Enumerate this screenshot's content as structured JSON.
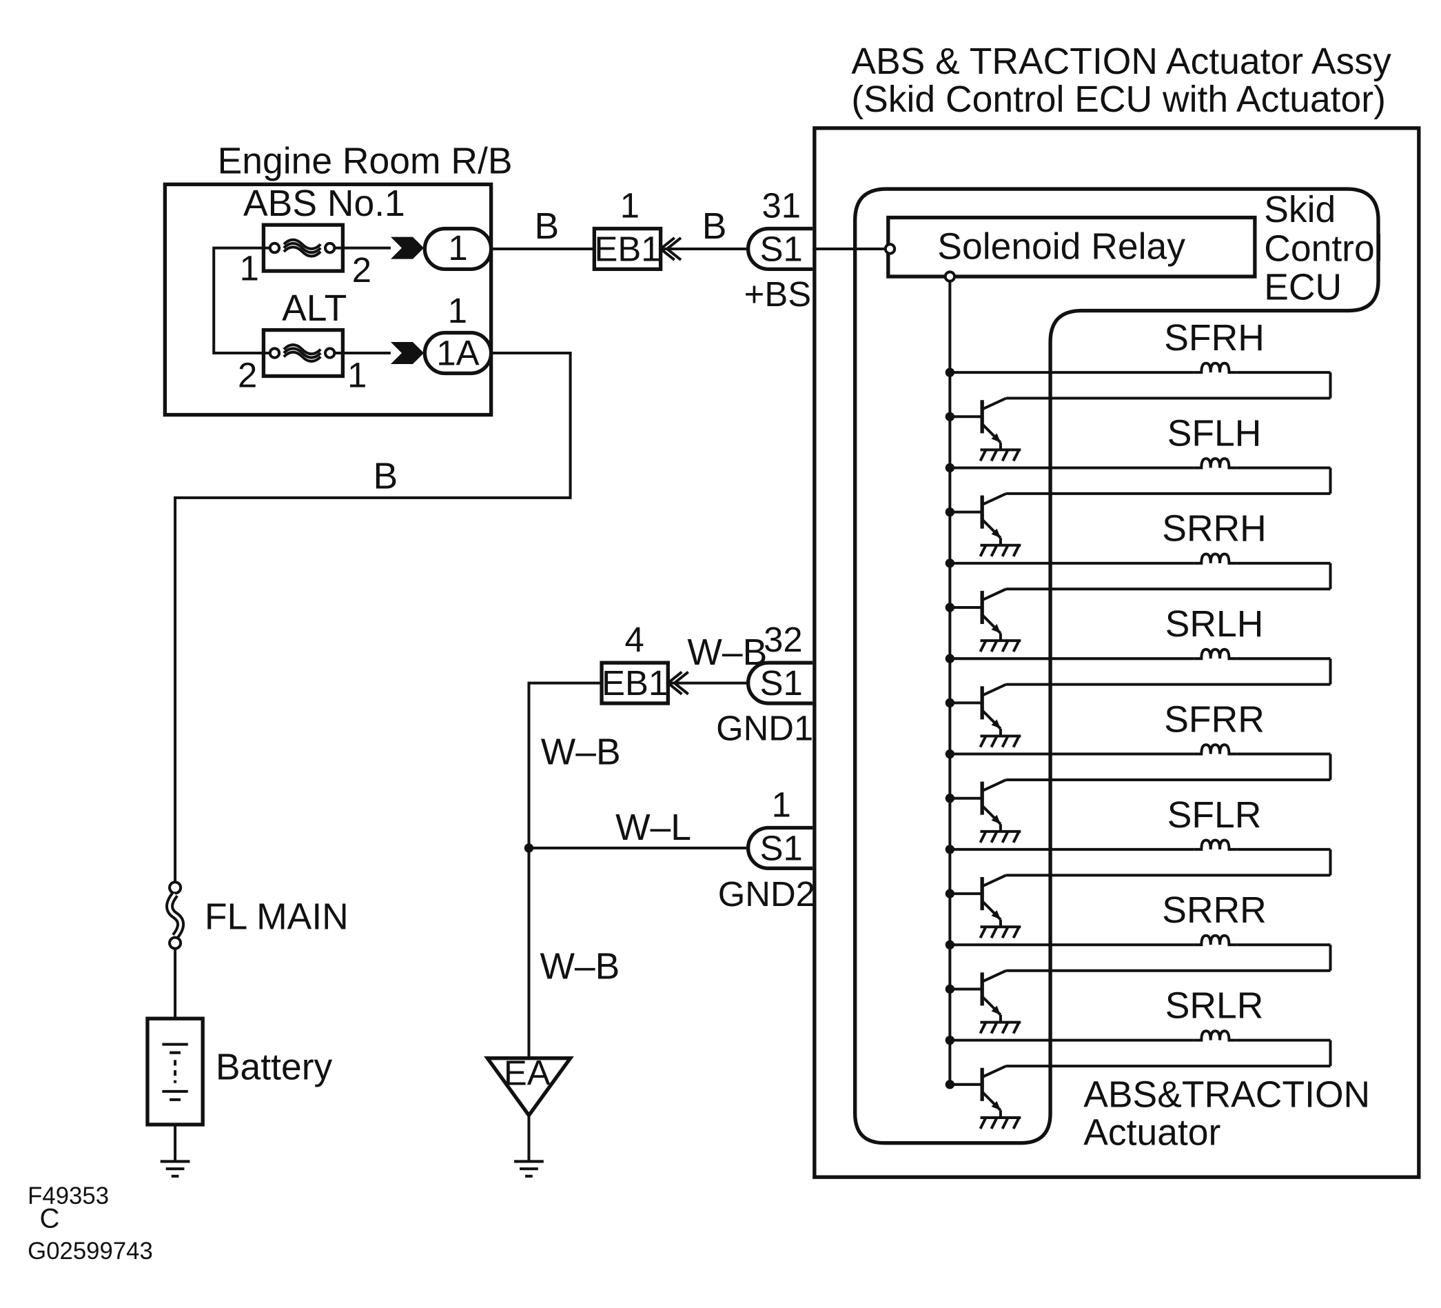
{
  "title": {
    "line1": "ABS & TRACTION Actuator Assy",
    "line2": "(Skid Control ECU with Actuator)"
  },
  "engine_room": {
    "title": "Engine Room R/B",
    "fuses": [
      {
        "name": "ABS No.1",
        "left_pin": "1",
        "right_pin": "2",
        "connector": "1",
        "connector_pin": "1"
      },
      {
        "name": "ALT",
        "left_pin": "2",
        "right_pin": "1",
        "connector": "1A",
        "connector_pin": "1"
      }
    ]
  },
  "wires": {
    "w_b_top1": "B",
    "w_b_top2": "B",
    "w_b_feed": "B",
    "w_wb_gnd1": "W–B",
    "w_wb_vert": "W–B",
    "w_wl_gnd2": "W–L",
    "w_wb_lower": "W–B"
  },
  "junctions": {
    "eb1_top": {
      "label": "EB1",
      "pin": "1"
    },
    "eb1_bottom": {
      "label": "EB1",
      "pin": "4"
    }
  },
  "connectors": [
    {
      "label": "S1",
      "pin": "31",
      "terminal": "+BS"
    },
    {
      "label": "S1",
      "pin": "32",
      "terminal": "GND1"
    },
    {
      "label": "S1",
      "pin": "1",
      "terminal": "GND2"
    }
  ],
  "fl_main": "FL MAIN",
  "battery": "Battery",
  "ground_point": "EA",
  "ecu": {
    "label_lines": [
      "Skid",
      "Control",
      "ECU"
    ],
    "relay": "Solenoid Relay"
  },
  "solenoids": [
    "SFRH",
    "SFLH",
    "SRRH",
    "SRLH",
    "SFRR",
    "SFLR",
    "SRRR",
    "SRLR"
  ],
  "actuator": {
    "line1": "ABS&TRACTION",
    "line2": "Actuator"
  },
  "footer": {
    "fig_id": "F49353",
    "letter": "C",
    "doc_id": "G02599743"
  }
}
